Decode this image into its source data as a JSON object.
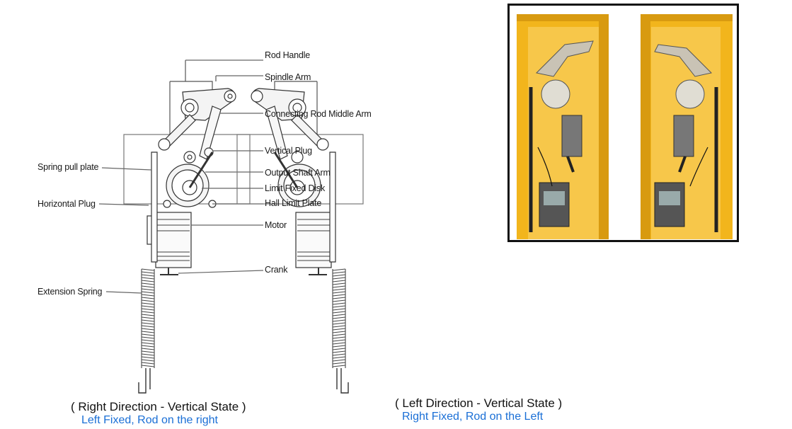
{
  "labels": {
    "rod_handle": "Rod Handle",
    "spindle_arm": "Spindle Arm",
    "connecting_rod_middle_arm": "Connecting Rod Middle Arm",
    "vertical_plug": "Vertical Plug",
    "output_shaft_arm": "Output Shaft Arm",
    "limit_fixed_disk": "Limit Fixed Disk",
    "hall_limit_plate": "Hall Limit Plate",
    "motor": "Motor",
    "crank": "Crank",
    "spring_pull_plate": "Spring pull plate",
    "horizontal_plug": "Horizontal Plug",
    "extension_spring": "Extension Spring"
  },
  "captions": {
    "right": {
      "title": "( Right Direction - Vertical State )",
      "subtitle": "Left Fixed, Rod on the right"
    },
    "left": {
      "title": "( Left Direction - Vertical State )",
      "subtitle": "Right Fixed, Rod on the Left"
    }
  },
  "colors": {
    "caption_subtitle": "#1a6fd6",
    "cabinet_yellow": "#f2b51c",
    "line": "#333333"
  }
}
